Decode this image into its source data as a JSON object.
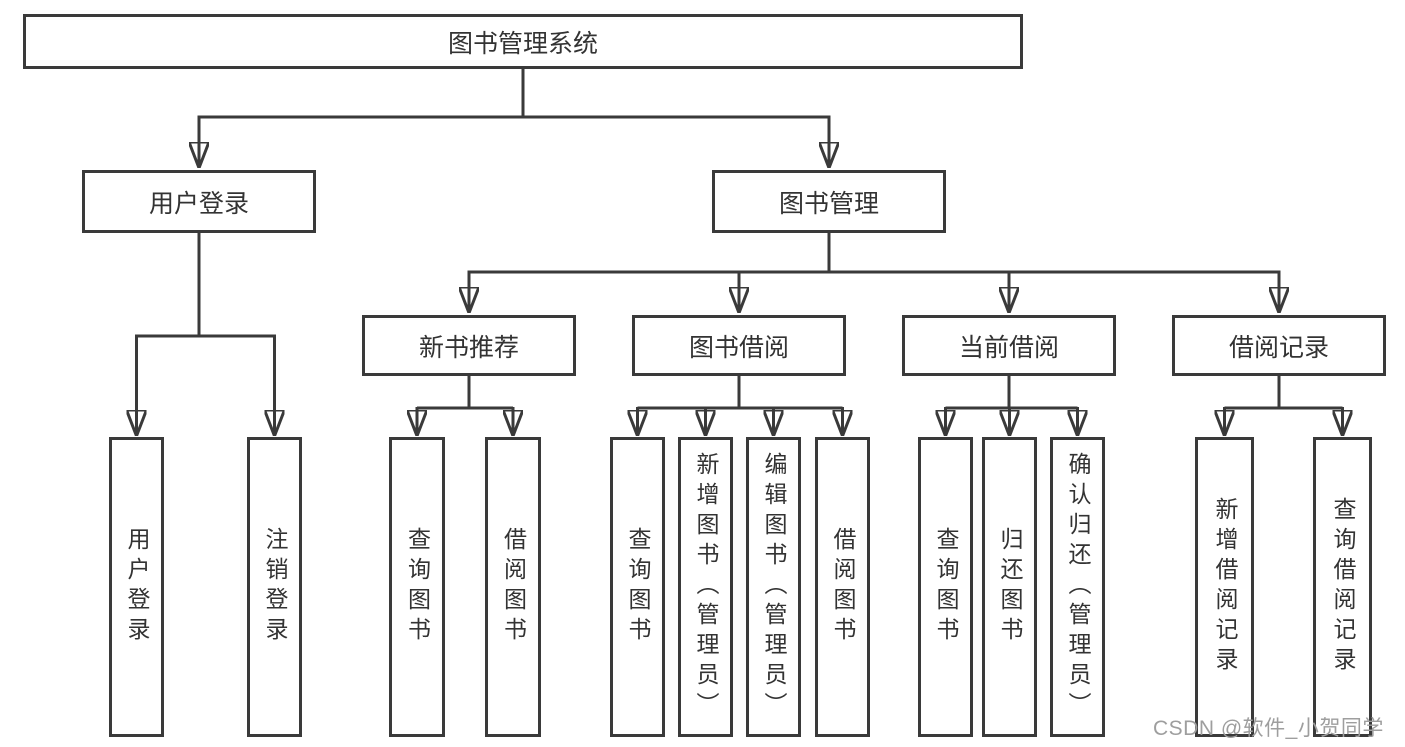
{
  "diagram": {
    "root": {
      "label": "图书管理系统"
    },
    "level2": [
      {
        "label": "用户登录"
      },
      {
        "label": "图书管理"
      }
    ],
    "level3": [
      {
        "label": "新书推荐"
      },
      {
        "label": "图书借阅"
      },
      {
        "label": "当前借阅"
      },
      {
        "label": "借阅记录"
      }
    ],
    "leaves": [
      {
        "label": "用户登录"
      },
      {
        "label": "注销登录"
      },
      {
        "label": "查询图书"
      },
      {
        "label": "借阅图书"
      },
      {
        "label": "查询图书"
      },
      {
        "label": "新增图书（管理员）"
      },
      {
        "label": "编辑图书（管理员）"
      },
      {
        "label": "借阅图书"
      },
      {
        "label": "查询图书"
      },
      {
        "label": "归还图书"
      },
      {
        "label": "确认归还（管理员）"
      },
      {
        "label": "新增借阅记录"
      },
      {
        "label": "查询借阅记录"
      }
    ],
    "watermark": "CSDN @软件_小贺同学",
    "colors": {
      "line": "#3a3a3a",
      "text": "#333333",
      "watermark": "#9e9e9e",
      "background": "#ffffff"
    }
  }
}
